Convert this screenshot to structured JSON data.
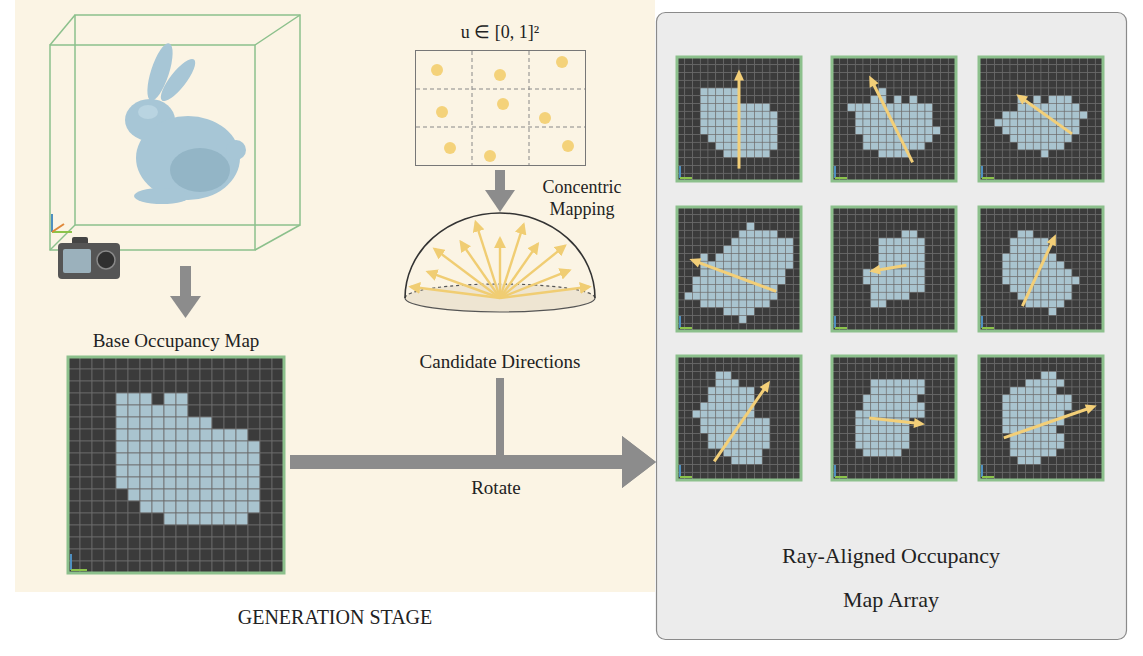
{
  "diagram": {
    "nodes": [
      {
        "text": [
          "GENERATION STAGE"
        ]
      },
      {
        "text": [
          "u ∈ [0, 1]²"
        ],
        "in": 0
      },
      {
        "text": [
          "Candidate Directions"
        ],
        "in": 0
      },
      {
        "text": [
          "Base Occupancy Map"
        ],
        "in": 0
      },
      {
        "text": [
          "Ray-Aligned Occupancy Map Array"
        ]
      }
    ],
    "edges": [
      {
        "from": 1,
        "to": 2,
        "arrow": "to",
        "label": "Concentric Mapping"
      },
      {
        "from": 3,
        "to": 4,
        "arrow": "to",
        "label": "Rotate"
      },
      {
        "from": 2,
        "to": 4,
        "arrow": "to"
      }
    ]
  }
}
